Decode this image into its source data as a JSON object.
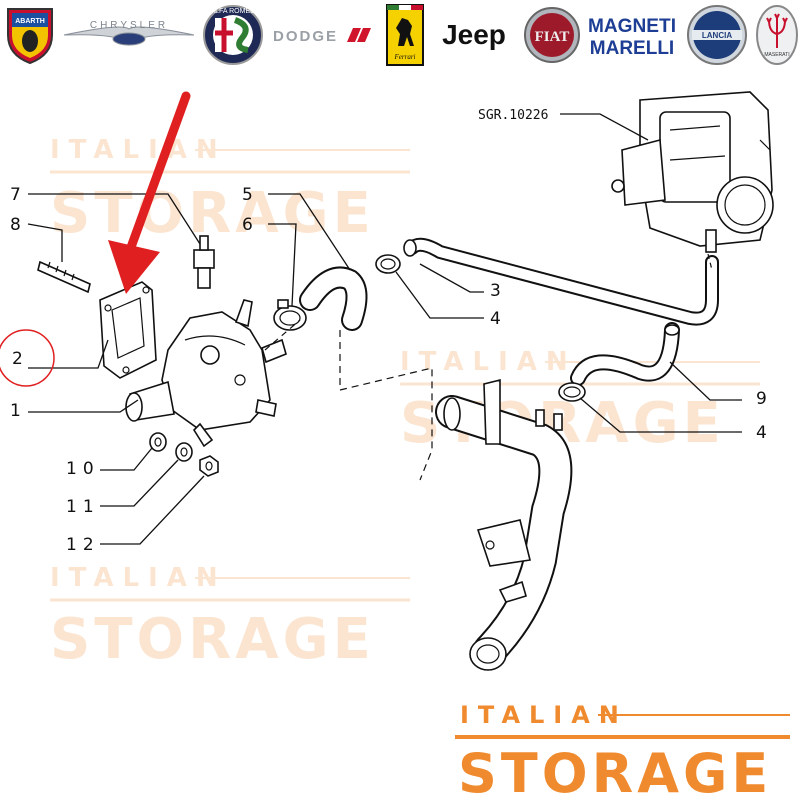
{
  "brands": [
    {
      "name": "abarth-logo",
      "label": "ABARTH"
    },
    {
      "name": "chrysler-logo",
      "label": "CHRYSLER"
    },
    {
      "name": "alfa-romeo-logo",
      "label": "ALFA ROMEO"
    },
    {
      "name": "dodge-logo",
      "label": "DODGE"
    },
    {
      "name": "ferrari-logo",
      "label": "Ferrari"
    },
    {
      "name": "jeep-logo",
      "label": "Jeep"
    },
    {
      "name": "fiat-logo",
      "label": "FIAT"
    },
    {
      "name": "magneti-marelli-logo",
      "label": "MAGNETI MARELLI"
    },
    {
      "name": "lancia-logo",
      "label": "LANCIA"
    },
    {
      "name": "maserati-logo",
      "label": "MASERATI"
    }
  ],
  "watermark": {
    "line1": "ITALIAN",
    "line2": "STORAGE",
    "color": "#f08a2e"
  },
  "diagram": {
    "part_code": "SGR.10226",
    "callouts": {
      "c1": "1",
      "c2": "2",
      "c3": "3",
      "c4a": "4",
      "c4b": "4",
      "c5": "5",
      "c6": "6",
      "c7": "7",
      "c8": "8",
      "c9": "9",
      "c10": "10",
      "c11": "11",
      "c12": "12"
    },
    "highlight_color": "#e02020",
    "circled_callout": "2"
  }
}
